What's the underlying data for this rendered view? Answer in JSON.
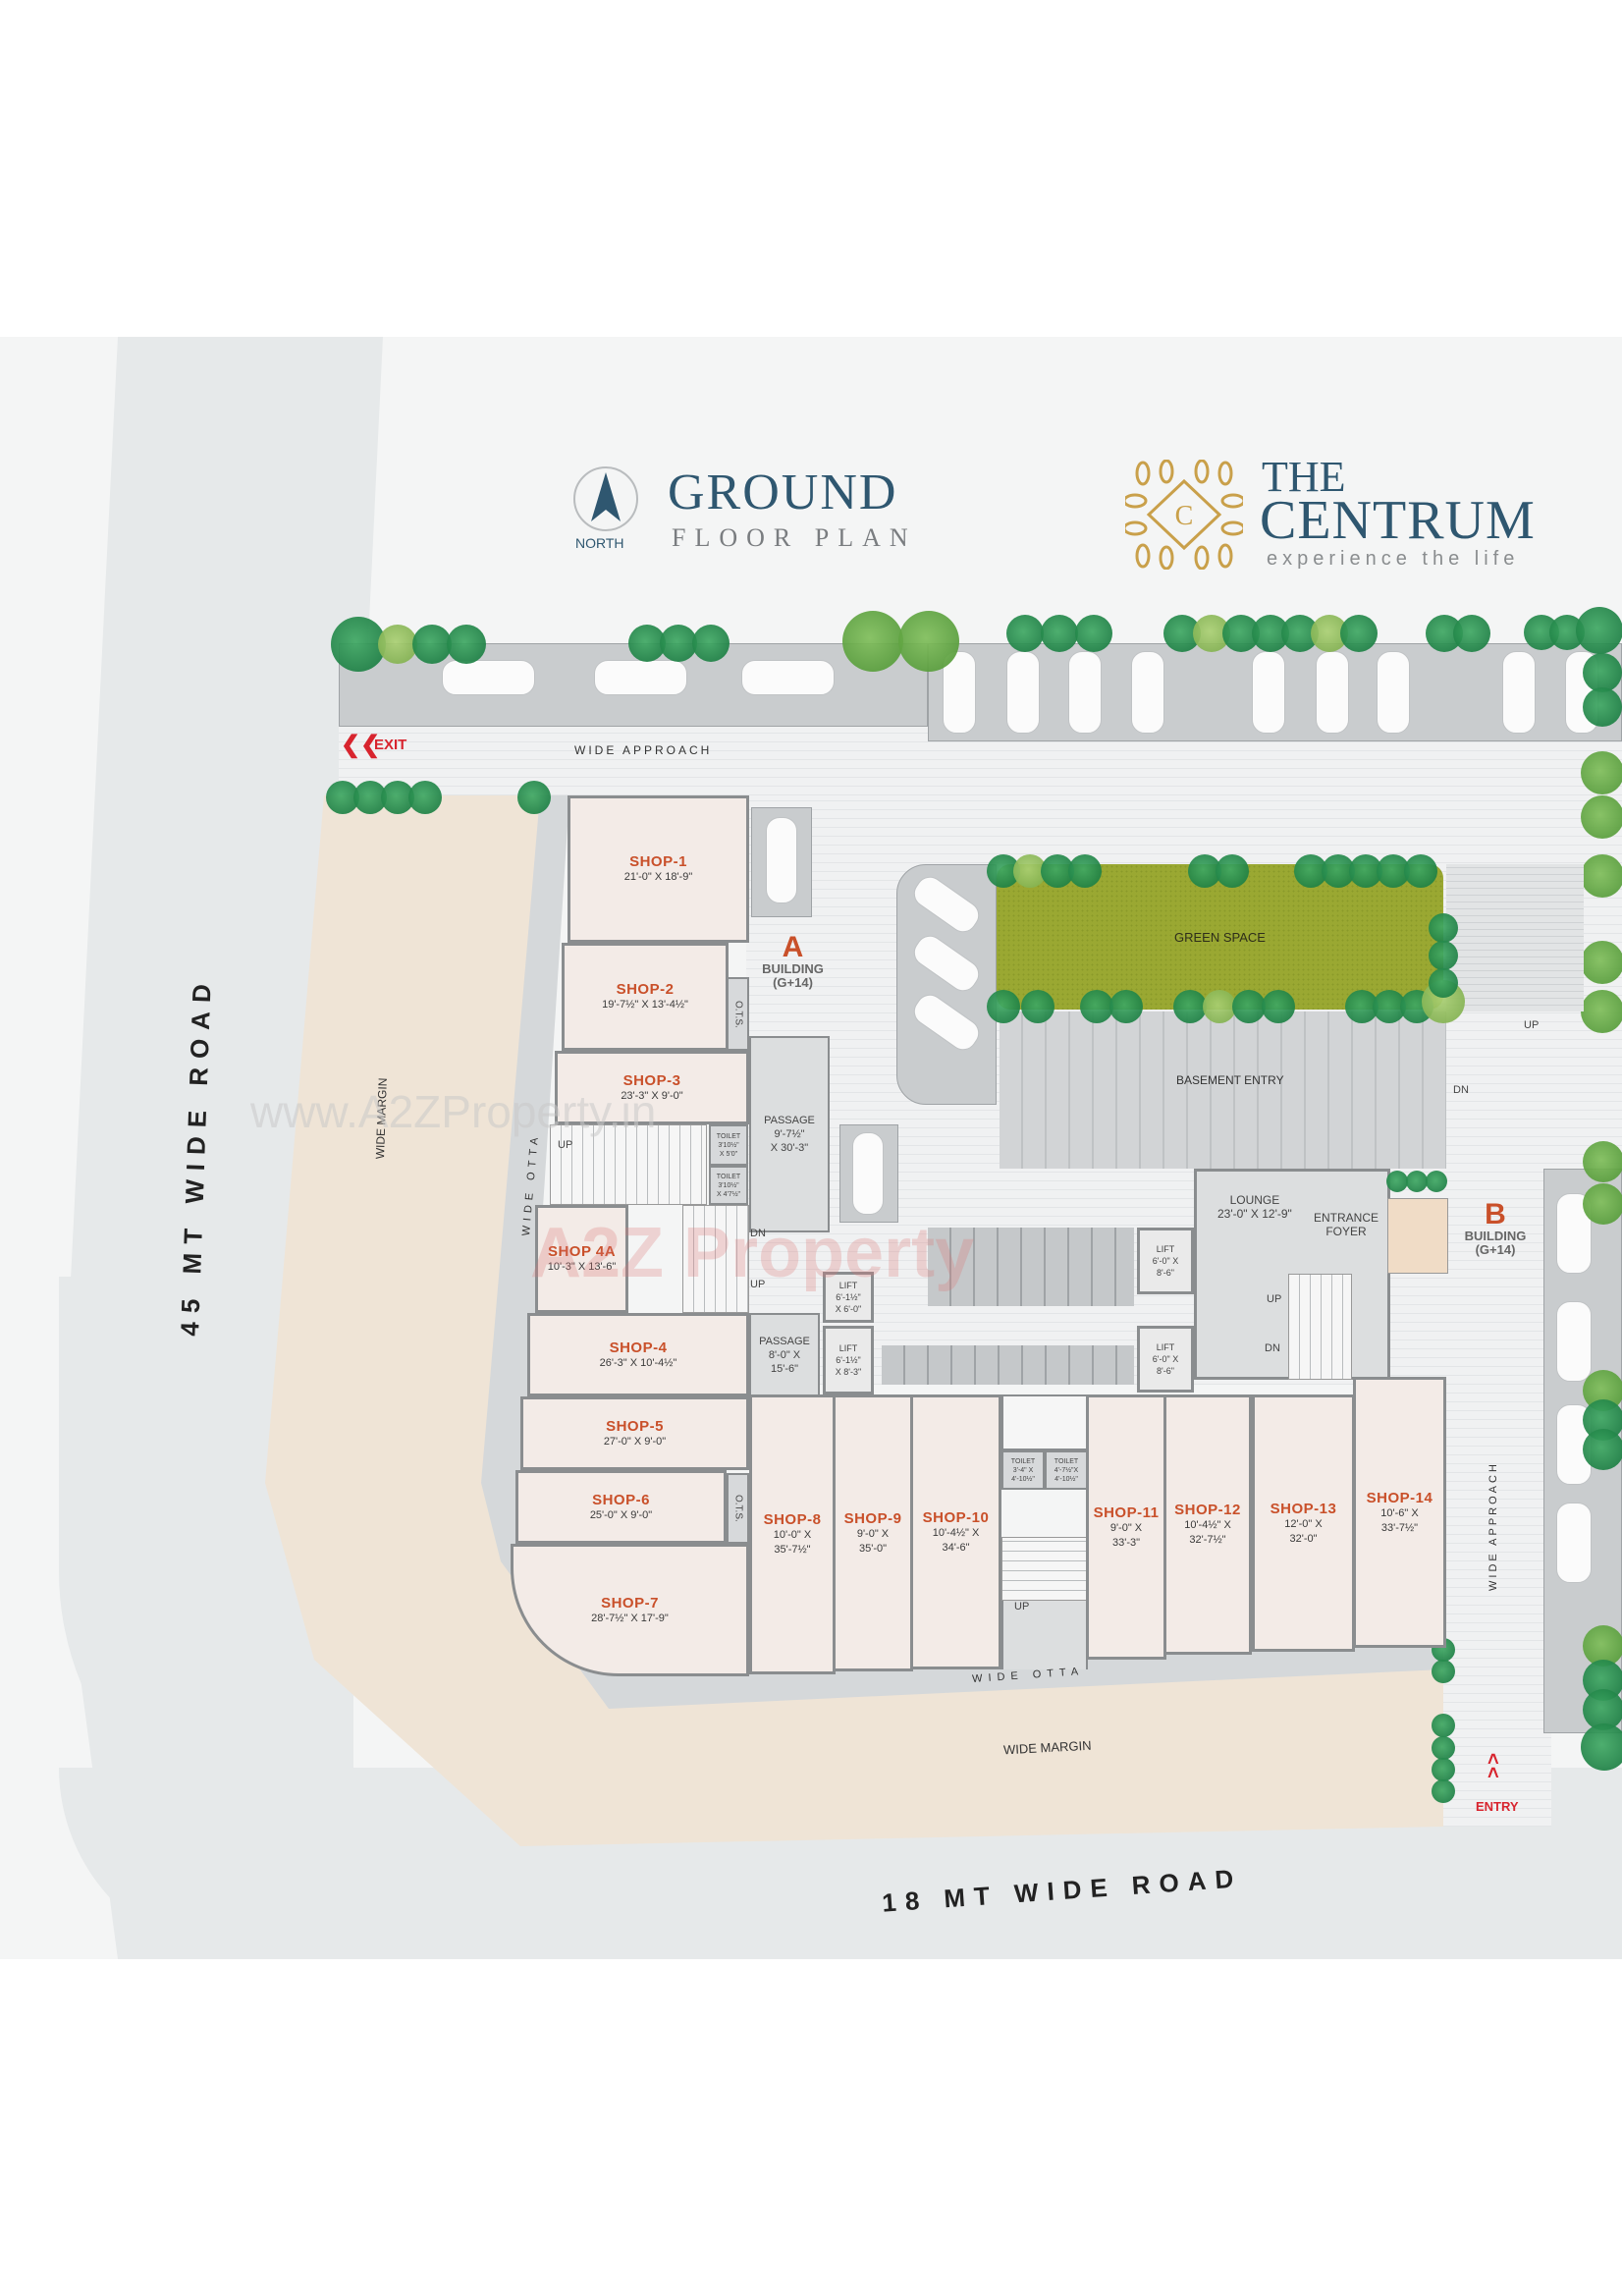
{
  "header": {
    "north_label": "NORTH",
    "title_line1": "GROUND",
    "title_line2": "FLOOR PLAN",
    "brand_line1": "THE",
    "brand_line2": "CENTRUM",
    "brand_tagline": "experience the life",
    "brand_monogram": "C"
  },
  "roads": {
    "west": "45 MT WIDE ROAD",
    "south": "18 MT WIDE ROAD"
  },
  "site_labels": {
    "wide_approach_top": "WIDE APPROACH",
    "wide_approach_right": "WIDE APPROACH",
    "wide_margin_west": "WIDE MARGIN",
    "wide_margin_south": "WIDE MARGIN",
    "wide_otta_west": "WIDE OTTA",
    "wide_otta_south": "WIDE OTTA",
    "exit": "EXIT",
    "entry": "ENTRY",
    "green_space": "GREEN SPACE",
    "basement_entry": "BASEMENT ENTRY",
    "ramp_up": "UP",
    "ramp_dn": "DN"
  },
  "buildings": [
    {
      "letter": "A",
      "label": "BUILDING",
      "floors": "(G+14)"
    },
    {
      "letter": "B",
      "label": "BUILDING",
      "floors": "(G+14)"
    }
  ],
  "shops": [
    {
      "name": "SHOP-1",
      "dims": "21'-0\" X 18'-9\""
    },
    {
      "name": "SHOP-2",
      "dims": "19'-7½\" X 13'-4½\""
    },
    {
      "name": "SHOP-3",
      "dims": "23'-3\" X 9'-0\""
    },
    {
      "name": "SHOP 4A",
      "dims": "10'-3\" X 13'-6\""
    },
    {
      "name": "SHOP-4",
      "dims": "26'-3\" X 10'-4½\""
    },
    {
      "name": "SHOP-5",
      "dims": "27'-0\" X 9'-0\""
    },
    {
      "name": "SHOP-6",
      "dims": "25'-0\" X 9'-0\""
    },
    {
      "name": "SHOP-7",
      "dims": "28'-7½\" X 17'-9\""
    },
    {
      "name": "SHOP-8",
      "dims1": "10'-0\" X",
      "dims2": "35'-7½\""
    },
    {
      "name": "SHOP-9",
      "dims1": "9'-0\" X",
      "dims2": "35'-0\""
    },
    {
      "name": "SHOP-10",
      "dims1": "10'-4½\" X",
      "dims2": "34'-6\""
    },
    {
      "name": "SHOP-11",
      "dims1": "9'-0\" X",
      "dims2": "33'-3\""
    },
    {
      "name": "SHOP-12",
      "dims1": "10'-4½\" X",
      "dims2": "32'-7½\""
    },
    {
      "name": "SHOP-13",
      "dims1": "12'-0\" X",
      "dims2": "32'-0\""
    },
    {
      "name": "SHOP-14",
      "dims1": "10'-6\" X",
      "dims2": "33'-7½\""
    }
  ],
  "services": {
    "ots": "O.T.S.",
    "passage1": {
      "name": "PASSAGE",
      "d1": "9'-7½\"",
      "d2": "X 30'-3\""
    },
    "passage2": {
      "name": "PASSAGE",
      "d1": "8'-0\" X",
      "d2": "15'-6\""
    },
    "toilet_a1": {
      "name": "TOILET",
      "d1": "3'10½\"",
      "d2": "X 5'0\""
    },
    "toilet_a2": {
      "name": "TOILET",
      "d1": "3'10½\"",
      "d2": "X 4'7½\""
    },
    "toilet_c1": {
      "name": "TOILET",
      "d1": "3'-4\" X",
      "d2": "4'-10½\""
    },
    "toilet_c2": {
      "name": "TOILET",
      "d1": "4'-7½\"X",
      "d2": "4'-10½\""
    },
    "lift_a1": {
      "name": "LIFT",
      "d1": "6'-1½\"",
      "d2": "X 6'-0\""
    },
    "lift_a2": {
      "name": "LIFT",
      "d1": "6'-1½\"",
      "d2": "X 8'-3\""
    },
    "lift_b1": {
      "name": "LIFT",
      "d1": "6'-0\" X",
      "d2": "8'-6\""
    },
    "lift_b2": {
      "name": "LIFT",
      "d1": "6'-0\" X",
      "d2": "8'-6\""
    },
    "lounge": {
      "name": "LOUNGE",
      "dims": "23'-0\" X 12'-9\""
    },
    "foyer": {
      "l1": "ENTRANCE",
      "l2": "FOYER"
    },
    "up": "UP",
    "dn": "DN"
  },
  "watermarks": {
    "url": "www.A2ZProperty.in",
    "logo": "A2Z Property"
  },
  "colors": {
    "title_blue": "#2f5770",
    "gold": "#c9a04a",
    "shop_red": "#c9502a",
    "exit_red": "#d8242e",
    "green_space": "#9aa832"
  }
}
